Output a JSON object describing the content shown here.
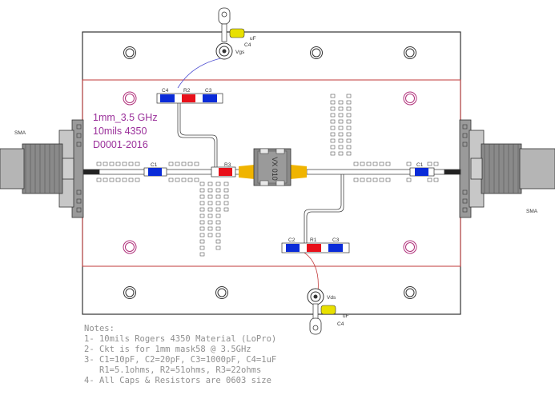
{
  "board": {
    "title_line1": "1mm_3.5 GHz",
    "title_line2": "10mils 4350",
    "title_line3": "D0001-2016",
    "title_color": "#9a2f9a"
  },
  "connectors": {
    "left": "SMA",
    "right": "SMA"
  },
  "bias": {
    "gate_label": "Vgs",
    "drain_label": "Vds",
    "cap_value": "uF",
    "cap_ref": "C4"
  },
  "components": {
    "top": [
      "C4",
      "R2",
      "C3"
    ],
    "bottom": [
      "C2",
      "R1",
      "C3"
    ],
    "rf_in_cap": "C1",
    "rf_out_cap": "C1",
    "r3": "R3",
    "chip_mark": "VX 010"
  },
  "colors": {
    "capacitor": "#0a2bd8",
    "resistor": "#e8101a",
    "gold": "#f0b400",
    "bias_cap": "#e8e000",
    "outline": "#c23a3a",
    "hole": "#b0307a"
  },
  "notes": {
    "heading": "Notes:",
    "line1": "1- 10mils Rogers 4350 Material (LoPro)",
    "line2": "2- Ckt is for 1mm mask58 @ 3.5GHz",
    "line3": "3- C1=10pF, C2=20pF, C3=1000pF, C4=1uF",
    "line4": "R1=5.1ohms, R2=51ohms, R3=22ohms",
    "line5": "4- All Caps & Resistors are 0603 size"
  }
}
